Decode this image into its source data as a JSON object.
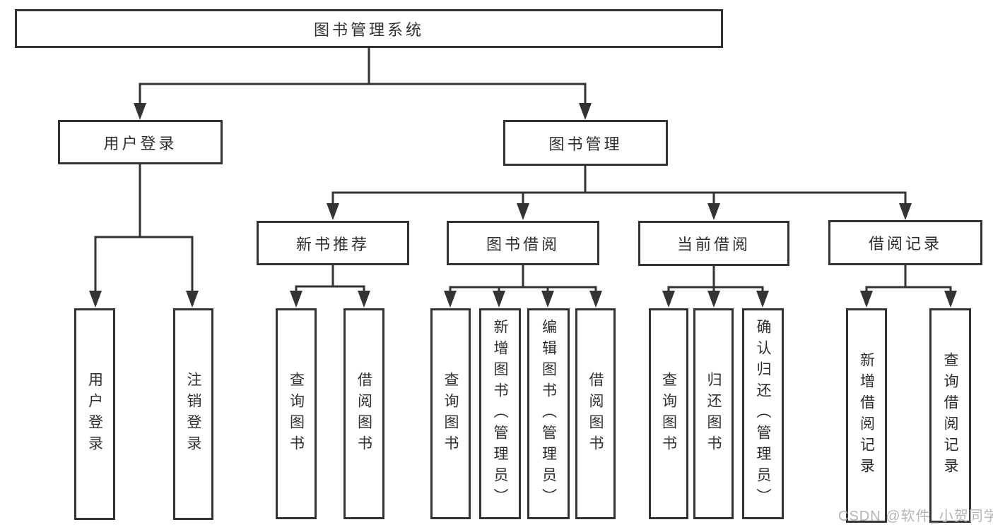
{
  "colors": {
    "line": "#333333",
    "box_border": "#333333",
    "box_fill": "#ffffff",
    "text": "#2f2f2f",
    "background": "#ffffff",
    "watermark": "#b5b5b5"
  },
  "watermark": {
    "text": "CSDN @软件_小贺同学"
  },
  "diagram": {
    "type": "hierarchy-diagram",
    "root": {
      "label": "图书管理系统"
    },
    "branches": [
      {
        "label": "用户登录",
        "children": [
          {
            "label": "用户登录"
          },
          {
            "label": "注销登录"
          }
        ]
      },
      {
        "label": "图书管理",
        "children": [
          {
            "label": "新书推荐",
            "children": [
              {
                "label": "查询图书"
              },
              {
                "label": "借阅图书"
              }
            ]
          },
          {
            "label": "图书借阅",
            "children": [
              {
                "label": "查询图书"
              },
              {
                "label": "新增图书（管理员）"
              },
              {
                "label": "编辑图书（管理员）"
              },
              {
                "label": "借阅图书"
              }
            ]
          },
          {
            "label": "当前借阅",
            "children": [
              {
                "label": "查询图书"
              },
              {
                "label": "归还图书"
              },
              {
                "label": "确认归还（管理员）"
              }
            ]
          },
          {
            "label": "借阅记录",
            "children": [
              {
                "label": "新增借阅记录"
              },
              {
                "label": "查询借阅记录"
              }
            ]
          }
        ]
      }
    ]
  }
}
